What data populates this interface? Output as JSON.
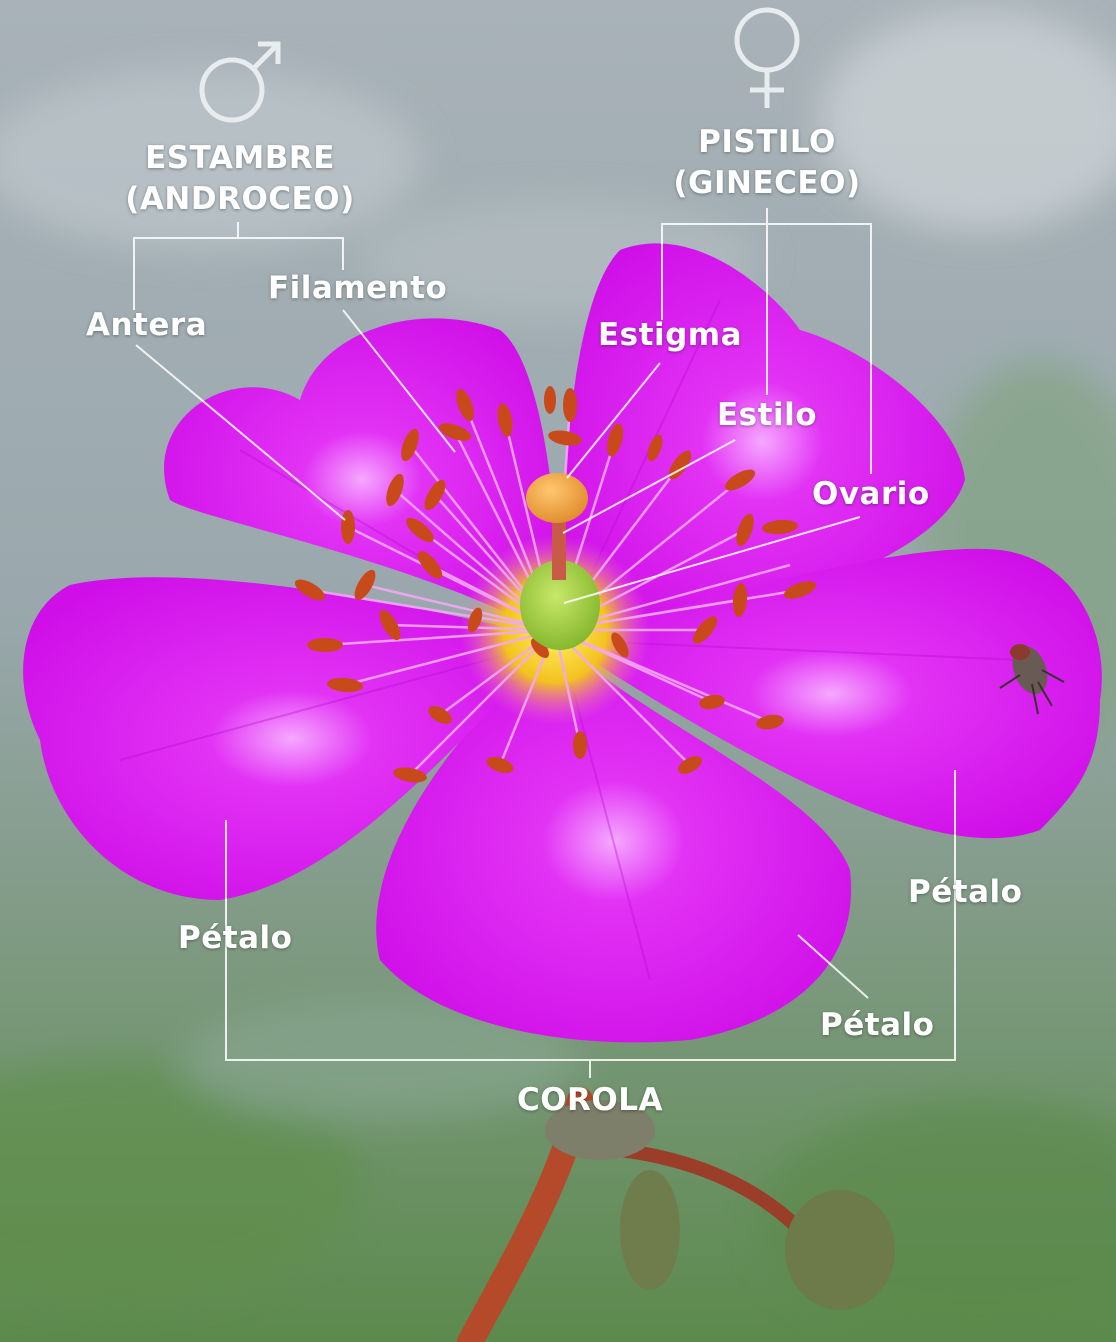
{
  "symbols": {
    "male": "male-symbol-icon",
    "female": "female-symbol-icon"
  },
  "groups": {
    "stamen_line1": "ESTAMBRE",
    "stamen_line2": "(ANDROCEO)",
    "pistil_line1": "PISTILO",
    "pistil_line2": "(GINECEO)",
    "corolla": "COROLA"
  },
  "parts": {
    "anther": "Antera",
    "filament": "Filamento",
    "stigma": "Estigma",
    "style": "Estilo",
    "ovary": "Ovario",
    "petal_left": "Pétalo",
    "petal_right": "Pétalo",
    "petal_bottom": "Pétalo"
  },
  "colors": {
    "petal": "#d80ff0",
    "petal_dark": "#b40ad0",
    "center_yellow": "#f5d020",
    "ovary_green": "#9ccc3a",
    "anther": "#c8491a",
    "stigma": "#f0a040",
    "leader_lines": "#ffffff",
    "background_top": "#9aa6ae",
    "background_bottom": "#5f8a4e"
  }
}
